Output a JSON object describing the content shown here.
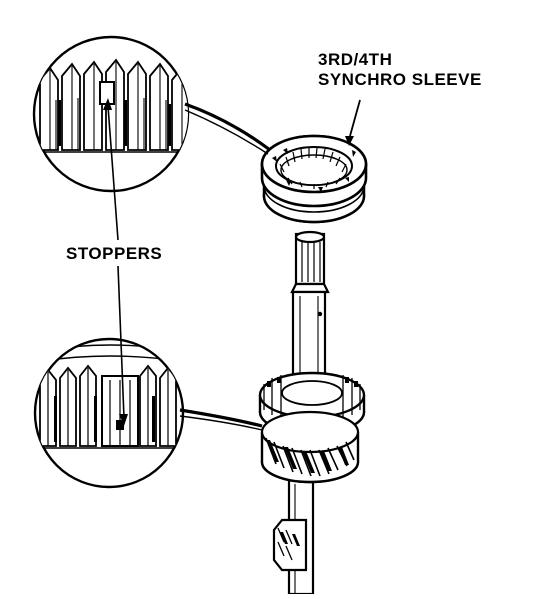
{
  "labels": {
    "sleeve_line1": "3RD/4TH",
    "sleeve_line2": "SYNCHRO SLEEVE",
    "stoppers": "STOPPERS"
  },
  "colors": {
    "ink": "#000000",
    "paper": "#ffffff"
  }
}
